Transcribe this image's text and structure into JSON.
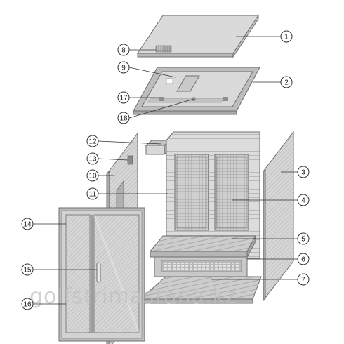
{
  "callouts": [
    {
      "id": "1",
      "label": "1"
    },
    {
      "id": "2",
      "label": "2"
    },
    {
      "id": "3",
      "label": "3"
    },
    {
      "id": "4",
      "label": "4"
    },
    {
      "id": "5",
      "label": "5"
    },
    {
      "id": "6",
      "label": "6"
    },
    {
      "id": "7",
      "label": "7"
    },
    {
      "id": "8",
      "label": "8"
    },
    {
      "id": "9",
      "label": "9"
    },
    {
      "id": "10",
      "label": "10"
    },
    {
      "id": "11",
      "label": "11"
    },
    {
      "id": "12",
      "label": "12"
    },
    {
      "id": "13",
      "label": "13"
    },
    {
      "id": "14",
      "label": "14"
    },
    {
      "id": "15",
      "label": "15"
    },
    {
      "id": "16",
      "label": "16"
    },
    {
      "id": "17",
      "label": "17"
    },
    {
      "id": "18",
      "label": "18"
    }
  ],
  "watermark": "golfstrimastana.kz",
  "colors": {
    "panel_fill": "#d9d9d9",
    "panel_dark": "#a9a9a9",
    "outline": "#6e6e6e",
    "heater_grid": "#8a8a8a"
  }
}
